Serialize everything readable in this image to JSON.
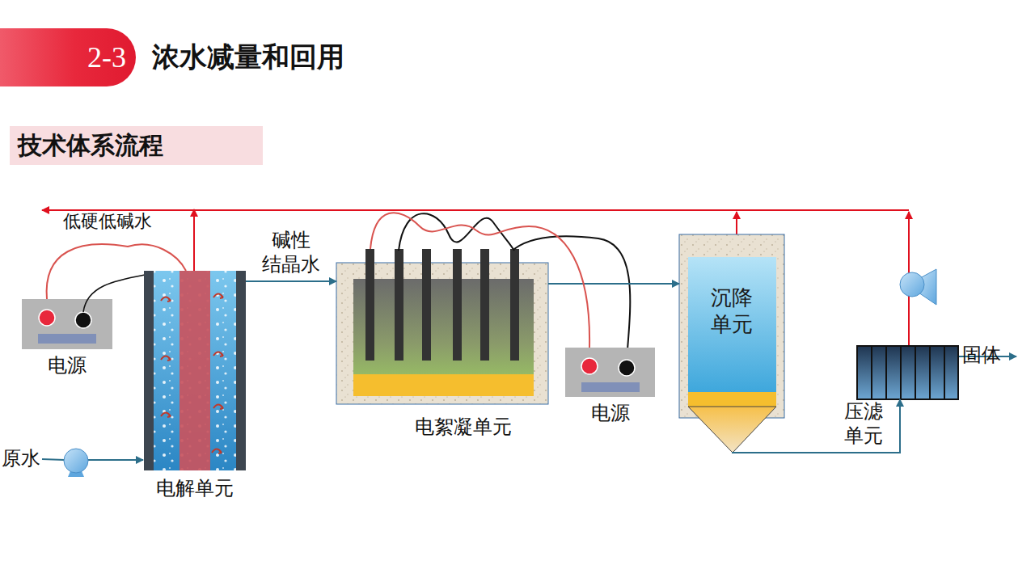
{
  "diagram": {
    "title": "浓水减量和回用",
    "nodes": [
      {
        "text": [
          "2-3"
        ]
      },
      {
        "text": [
          "技术体系流程"
        ]
      },
      {
        "text": [
          "电源"
        ]
      },
      {
        "text": [
          "电解单元"
        ]
      },
      {
        "text": [
          "电絮凝单元"
        ]
      },
      {
        "text": [
          "电源"
        ]
      },
      {
        "text": [
          "沉降 单元"
        ]
      },
      {
        "text": [
          "压滤 单元"
        ]
      }
    ],
    "edges": [
      {
        "from": 3,
        "to": 4,
        "label": "碱性 结晶水",
        "arrow": "to"
      },
      {
        "from": 4,
        "to": 6,
        "arrow": "to"
      },
      {
        "from": 6,
        "to": 7,
        "arrow": "to"
      },
      {
        "from": 2,
        "to": 3,
        "arrow": "none"
      },
      {
        "from": 5,
        "to": 4,
        "arrow": "none"
      }
    ],
    "labels": [
      "低硬低碱水",
      "原水",
      "固体"
    ]
  }
}
